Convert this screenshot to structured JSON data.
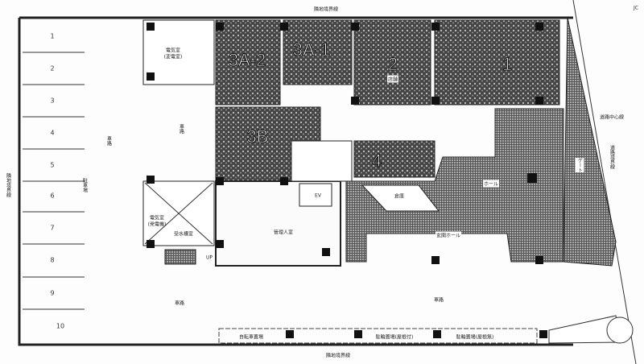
{
  "boundary_top": "隣地境界線",
  "boundary_bottom": "隣地境界線",
  "boundary_right": "道路境界線",
  "road_center": "道路中心線",
  "parking_label": "駐車場",
  "parking_numbers": [
    "1",
    "2",
    "3",
    "4",
    "5",
    "6",
    "7",
    "8",
    "9",
    "10"
  ],
  "units": {
    "u3a2": "3A-2",
    "u3a1": "3A-1",
    "u2": "2",
    "u1": "1",
    "u3b": "3B",
    "u4": "4"
  },
  "unit_sublabel": "店舗",
  "rooms": {
    "electric_top": "電気室",
    "electric_top_sub": "(変電室)",
    "electric_left": "電気室",
    "electric_left_sub": "(発電機)",
    "water_tank": "受水槽室",
    "manager": "管理人室",
    "ev": "EV",
    "storage": "倉庫",
    "hall": "ホール",
    "entrance_hall": "玄関ホール",
    "gate": "ゲート",
    "bicycle": "自転車置場",
    "garbage1": "駐輪置場(屋根付)",
    "garbage2": "駐輪置場(屋根無)",
    "up": "UP"
  },
  "driveway": "車路",
  "corner_text": "JC"
}
